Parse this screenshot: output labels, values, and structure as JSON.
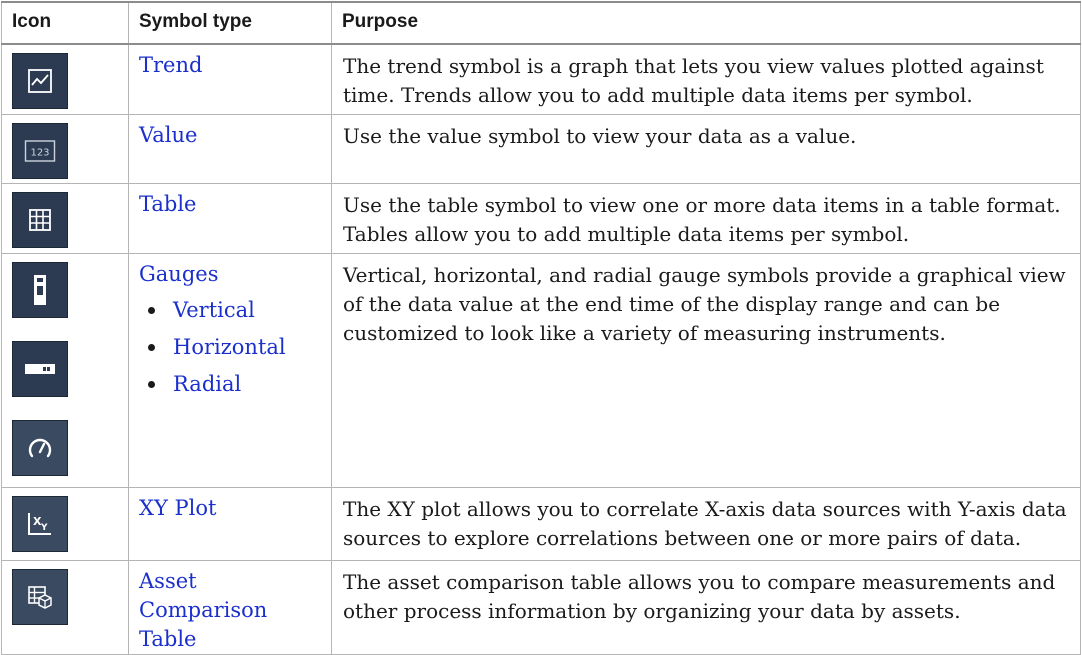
{
  "header": {
    "icon": "Icon",
    "symbol_type": "Symbol type",
    "purpose": "Purpose"
  },
  "rows": [
    {
      "icons": [
        "trend-icon"
      ],
      "symbol_type": "Trend",
      "purpose": "The trend symbol is a graph that lets you view values plotted against time. Trends allow you to add multiple data items per symbol."
    },
    {
      "icons": [
        "value-icon"
      ],
      "symbol_type": "Value",
      "purpose": "Use the value symbol to view your data as a value."
    },
    {
      "icons": [
        "table-icon"
      ],
      "symbol_type": "Table",
      "purpose": "Use the table symbol to view one or more data items in a table format. Tables allow you to add multiple data items per symbol."
    },
    {
      "icons": [
        "vertical-gauge-icon",
        "horizontal-gauge-icon",
        "radial-gauge-icon"
      ],
      "symbol_type": "Gauges",
      "subtypes": [
        "Vertical",
        "Horizontal",
        "Radial"
      ],
      "purpose": "Vertical, horizontal, and radial gauge symbols provide a graphical view of the data value at the end time of the display range and can be customized to look like a variety of measuring instruments."
    },
    {
      "icons": [
        "xy-plot-icon"
      ],
      "symbol_type": "XY Plot",
      "purpose": "The XY plot allows you to correlate X-axis data sources with Y-axis data sources to explore correlations between one or more pairs of data."
    },
    {
      "icons": [
        "asset-comparison-table-icon"
      ],
      "symbol_type_line1": "Asset Comparison",
      "symbol_type_line2": "Table",
      "purpose": "The asset comparison table allows you to compare measurements and other process information by organizing your data by assets."
    }
  ],
  "icon_value_text": "123",
  "colors": {
    "icon_background": "#2c3b52",
    "link": "#1a2fcc"
  }
}
